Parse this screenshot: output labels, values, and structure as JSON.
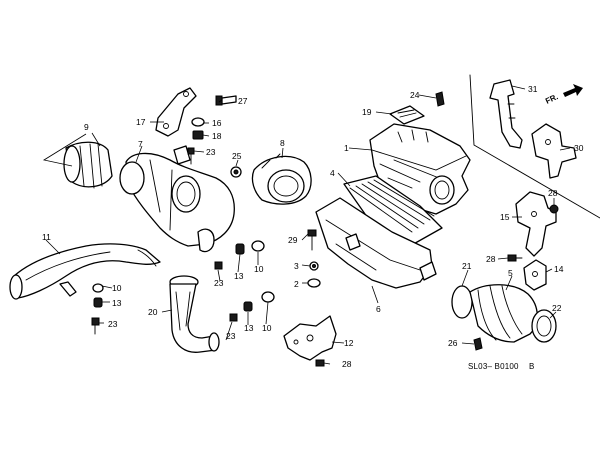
{
  "diagram": {
    "callouts": [
      "1",
      "2",
      "3",
      "4",
      "5",
      "6",
      "7",
      "8",
      "9",
      "10",
      "10",
      "10",
      "11",
      "12",
      "13",
      "13",
      "13",
      "14",
      "15",
      "16",
      "17",
      "18",
      "19",
      "20",
      "21",
      "22",
      "23",
      "23",
      "23",
      "23",
      "24",
      "25",
      "26",
      "27",
      "28",
      "28",
      "28",
      "29",
      "30",
      "31"
    ],
    "direction_label": "FR.",
    "drawing_code": "SL03– B0100",
    "revision": "B"
  }
}
